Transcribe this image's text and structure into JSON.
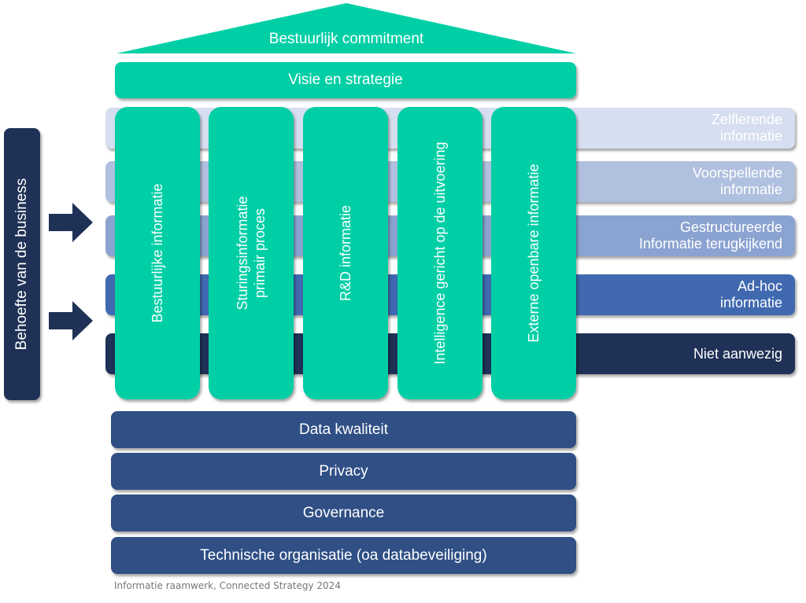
{
  "roof": {
    "label": "Bestuurlijk commitment"
  },
  "vision": {
    "label": "Visie en strategie"
  },
  "levels": [
    {
      "label": "Zelflerende\ninformatie",
      "color": "#d6dff0",
      "text_color": "#ffffff"
    },
    {
      "label": "Voorspellende\ninformatie",
      "color": "#b0c0df",
      "text_color": "#ffffff"
    },
    {
      "label": "Gestructureerde\nInformatie terugkijkend",
      "color": "#8ba3d1",
      "text_color": "#ffffff"
    },
    {
      "label": "Ad-hoc\ninformatie",
      "color": "#4069b0",
      "text_color": "#ffffff"
    },
    {
      "label": "Niet aanwezig",
      "color": "#1f3156",
      "text_color": "#ffffff"
    }
  ],
  "pillars": [
    {
      "label": "Bestuurlijke informatie"
    },
    {
      "label": "Sturingsinformatie\nprimair proces"
    },
    {
      "label": "R&D informatie"
    },
    {
      "label": "Intelligence gericht op de uitvoering"
    },
    {
      "label": "Externe openbare informatie"
    }
  ],
  "foundation": [
    {
      "label": "Data kwaliteit"
    },
    {
      "label": "Privacy"
    },
    {
      "label": "Governance"
    },
    {
      "label": "Technische organisatie (oa databeveiliging)"
    }
  ],
  "business": {
    "label": "Behoefte van de business"
  },
  "caption": "Informatie raamwerk, Connected Strategy 2024",
  "colors": {
    "accent": "#00cfa6",
    "foundation": "#2f4f85",
    "business": "#1f3156"
  }
}
